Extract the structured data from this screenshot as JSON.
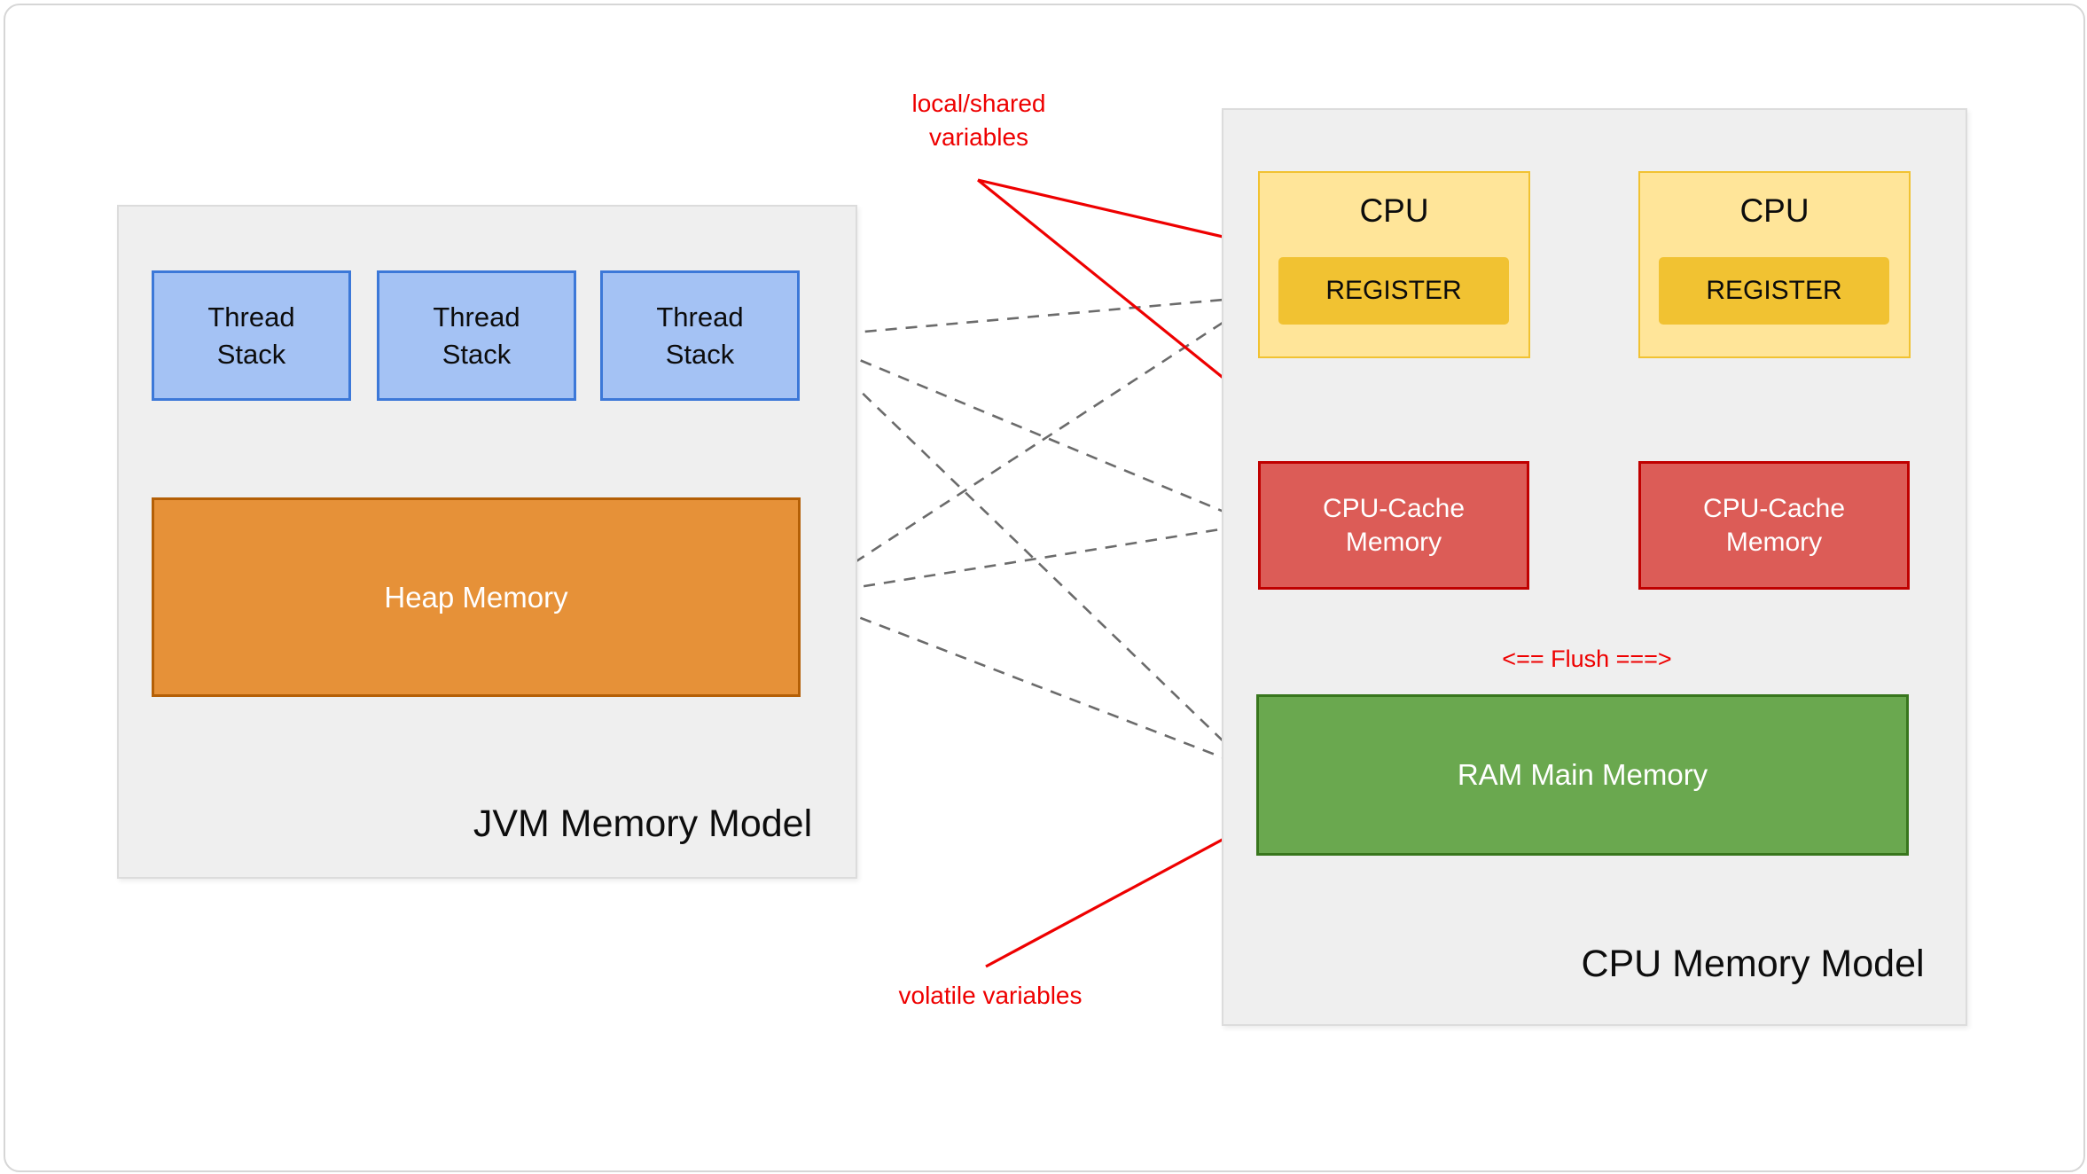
{
  "jvm": {
    "title": "JVM Memory Model",
    "thread_stacks": [
      "Thread\nStack",
      "Thread\nStack",
      "Thread\nStack"
    ],
    "heap_label": "Heap Memory"
  },
  "cpu": {
    "title": "CPU Memory Model",
    "units": [
      {
        "cpu_label": "CPU",
        "register_label": "REGISTER",
        "cache_label": "CPU-Cache\nMemory"
      },
      {
        "cpu_label": "CPU",
        "register_label": "REGISTER",
        "cache_label": "CPU-Cache\nMemory"
      }
    ],
    "ram_label": "RAM Main Memory",
    "flush_label": "<== Flush ===>"
  },
  "annotations": {
    "local_shared": "local/shared\nvariables",
    "volatile_vars": "volatile variables"
  },
  "colors": {
    "panel-fill": "#efefef",
    "panel-stroke": "#dcdcdc",
    "blue-fill": "#a4c2f4",
    "blue-stroke": "#3c78d8",
    "orange-fill": "#e69138",
    "orange-stroke": "#b45f06",
    "yellow-fill": "#ffe599",
    "yellow-stroke": "#f1c232",
    "register-fill": "#f1c232",
    "red-fill": "#dc5c57",
    "red-stroke": "#c00000",
    "green-fill": "#6aa84f",
    "green-stroke": "#38761d",
    "arrow-gray": "#6b6b6b",
    "arrow-dark": "#676767",
    "annotation-red": "#ee0000"
  }
}
